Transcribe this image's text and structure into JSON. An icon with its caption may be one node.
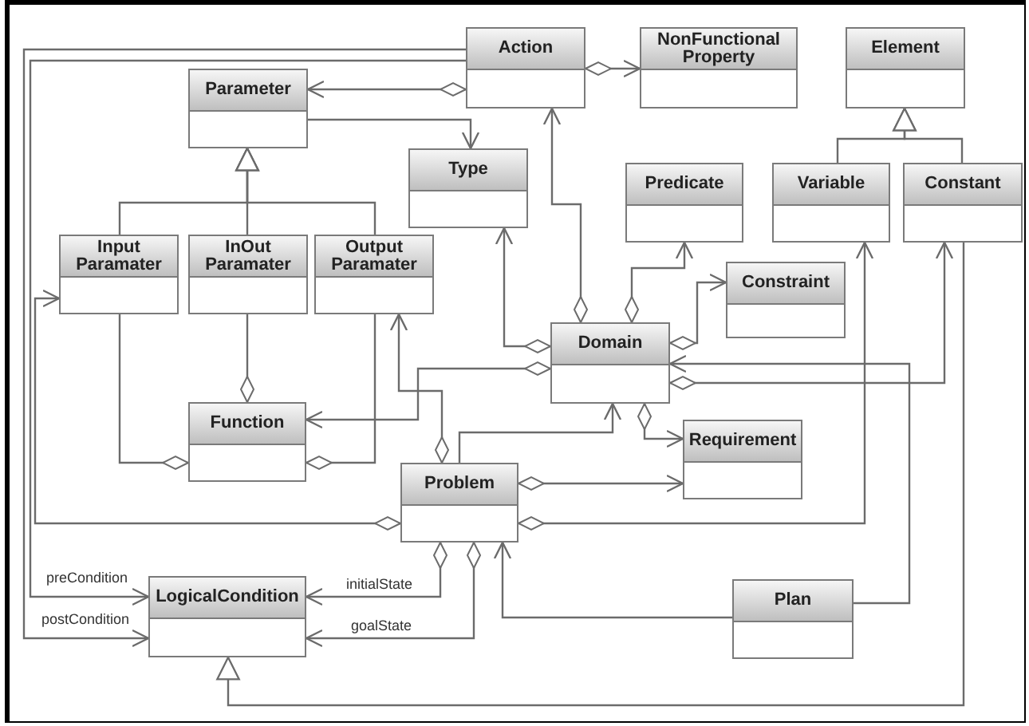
{
  "diagram": {
    "nodes": [
      {
        "text": [
          "Action"
        ]
      },
      {
        "text": [
          "NonFunctional Property"
        ]
      },
      {
        "text": [
          "Element"
        ]
      },
      {
        "text": [
          "Parameter"
        ]
      },
      {
        "text": [
          "Type"
        ]
      },
      {
        "text": [
          "Predicate"
        ]
      },
      {
        "text": [
          "Variable"
        ]
      },
      {
        "text": [
          "Constant"
        ]
      },
      {
        "text": [
          "Input Paramater"
        ]
      },
      {
        "text": [
          "InOut Paramater"
        ]
      },
      {
        "text": [
          "Output Paramater"
        ]
      },
      {
        "text": [
          "Constraint"
        ]
      },
      {
        "text": [
          "Domain"
        ]
      },
      {
        "text": [
          "Function"
        ]
      },
      {
        "text": [
          "Requirement"
        ]
      },
      {
        "text": [
          "Problem"
        ]
      },
      {
        "text": [
          "LogicalCondition"
        ]
      },
      {
        "text": [
          "Plan"
        ]
      }
    ],
    "edges": [
      {
        "from": 0,
        "to": 3,
        "arrow": "to"
      },
      {
        "from": 0,
        "to": 1,
        "arrow": "to"
      },
      {
        "from": 3,
        "to": 4,
        "arrow": "to"
      },
      {
        "from": 8,
        "to": 3,
        "arrow": "to"
      },
      {
        "from": 9,
        "to": 3,
        "arrow": "to"
      },
      {
        "from": 10,
        "to": 3,
        "arrow": "to"
      },
      {
        "from": 6,
        "to": 2,
        "arrow": "to"
      },
      {
        "from": 7,
        "to": 2,
        "arrow": "to"
      },
      {
        "from": 7,
        "to": 16,
        "arrow": "to"
      },
      {
        "from": 12,
        "to": 0,
        "arrow": "to"
      },
      {
        "from": 12,
        "to": 5,
        "arrow": "to"
      },
      {
        "from": 12,
        "to": 11,
        "arrow": "to"
      },
      {
        "from": 12,
        "to": 4,
        "arrow": "to"
      },
      {
        "from": 12,
        "to": 13,
        "arrow": "to"
      },
      {
        "from": 12,
        "to": 14,
        "arrow": "to"
      },
      {
        "from": 12,
        "to": 7,
        "arrow": "to"
      },
      {
        "from": 17,
        "to": 12,
        "arrow": "to"
      },
      {
        "from": 17,
        "to": 15,
        "arrow": "to"
      },
      {
        "from": 15,
        "to": 12,
        "arrow": "to"
      },
      {
        "from": 15,
        "to": 10,
        "arrow": "to"
      },
      {
        "from": 15,
        "to": 14,
        "arrow": "to"
      },
      {
        "from": 15,
        "to": 6,
        "arrow": "to"
      },
      {
        "from": 15,
        "to": 8,
        "arrow": "to"
      },
      {
        "from": 0,
        "to": 16,
        "arrow": "to",
        "label": "preCondition"
      },
      {
        "from": 0,
        "to": 16,
        "arrow": "to",
        "label": "postCondition"
      },
      {
        "from": 15,
        "to": 16,
        "arrow": "to",
        "label": "initialState"
      },
      {
        "from": 15,
        "to": 16,
        "arrow": "to",
        "label": "goalState"
      },
      {
        "from": 13,
        "to": 8,
        "arrow": "other"
      },
      {
        "from": 13,
        "to": 9,
        "arrow": "other"
      },
      {
        "from": 13,
        "to": 10,
        "arrow": "other"
      }
    ]
  }
}
